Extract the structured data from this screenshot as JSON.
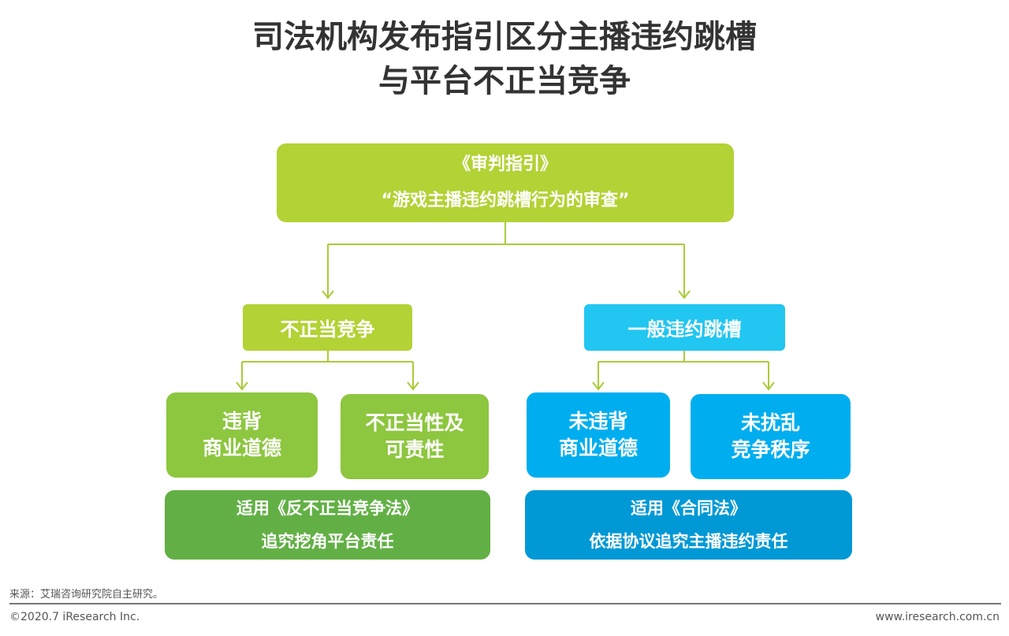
{
  "title": {
    "line1": "司法机构发布指引区分主播违约跳槽",
    "line2": "与平台不正当竞争"
  },
  "root": {
    "line1": "《审判指引》",
    "line2": "“游戏主播违约跳槽行为的审查”"
  },
  "left": {
    "label": "不正当竞争",
    "child1": [
      "违背",
      "商业道德"
    ],
    "child2": [
      "不正当性及",
      "可责性"
    ],
    "result": [
      "适用《反不正当竞争法》",
      "追究挖角平台责任"
    ]
  },
  "right": {
    "label": "一般违约跳槽",
    "child1": [
      "未违背",
      "商业道德"
    ],
    "child2": [
      "未扰乱",
      "竞争秩序"
    ],
    "result": [
      "适用《合同法》",
      "依据协议追究主播违约责任"
    ]
  },
  "footer": {
    "source": "来源：艾瑞咨询研究院自主研究。",
    "copyright": "©2020.7 iResearch Inc.",
    "website": "www.iresearch.com.cn"
  },
  "colors": {
    "lime": "#b2d235",
    "green": "#8dc63f",
    "darkgreen": "#62b045",
    "cyan": "#21c6f1",
    "blue": "#00aeef",
    "darkblue": "#0099d6"
  }
}
